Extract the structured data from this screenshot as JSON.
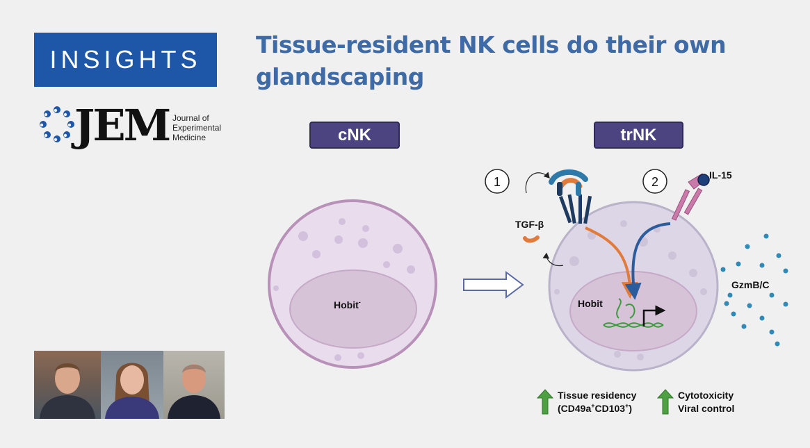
{
  "banner": {
    "label": "INSIGHTS"
  },
  "title": {
    "line1": "Tissue-resident NK cells do their own",
    "line2": "glandscaping"
  },
  "journal": {
    "logo_letters": "JEM",
    "name_lines": [
      "Journal of",
      "Experimental",
      "Medicine"
    ]
  },
  "cells": {
    "cnk": {
      "tag": "cNK",
      "nucleus_label": "Hobit",
      "nucleus_sup": "-"
    },
    "trnk": {
      "tag": "trNK",
      "nucleus_label": "Hobit"
    }
  },
  "steps": {
    "one": "1",
    "two": "2"
  },
  "molecules": {
    "tgf": "TGF-β",
    "il15": "IL-15",
    "gzm": "GzmB/C"
  },
  "outcomes": {
    "left_line1": "Tissue residency",
    "left_line2_a": "(CD49a",
    "left_line2_b": "CD103",
    "left_line2_c": ")",
    "sup_plus": "+",
    "right_line1": "Cytotoxicity",
    "right_line2": "Viral control"
  },
  "colors": {
    "banner": "#1f57a8",
    "title": "#3e6aa6",
    "tag": "#4b4481",
    "cnk_cell": "#e9dced",
    "cnk_border": "#b891b8",
    "trnk_cell": "#dcd6e6",
    "nucleus": "#d7c3d8",
    "up_arrow": "#4ea043",
    "orange": "#e07b3c",
    "blue": "#2c5c9b",
    "dots": "#2f8ab5"
  }
}
